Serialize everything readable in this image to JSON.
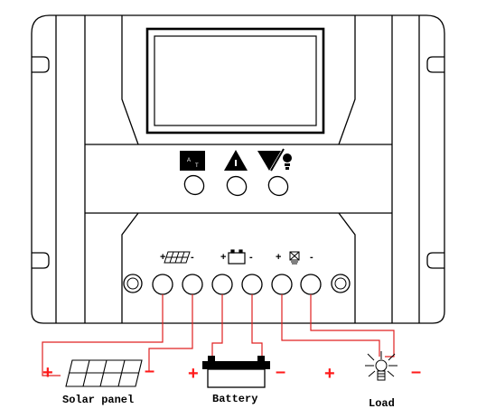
{
  "terminal_signs": {
    "solar_plus": "+",
    "solar_minus": "-",
    "battery_plus": "+",
    "battery_minus": "-",
    "load_plus": "+",
    "load_minus": "-"
  },
  "legend": {
    "solar_panel": {
      "label": "Solar panel",
      "plus": "+",
      "minus": "–"
    },
    "battery": {
      "label": "Battery",
      "plus": "+",
      "minus": "–"
    },
    "load": {
      "label": "Load",
      "plus": "+",
      "minus": "–"
    }
  },
  "colors": {
    "wire": "#e02020",
    "sign": "#ff1a1a",
    "outline": "#000000"
  },
  "icons": {
    "buttons": [
      "menu-icon",
      "up-arrow-icon",
      "down-lamp-icon"
    ],
    "terminals": [
      "solar-panel-icon",
      "battery-icon",
      "lamp-icon"
    ]
  }
}
